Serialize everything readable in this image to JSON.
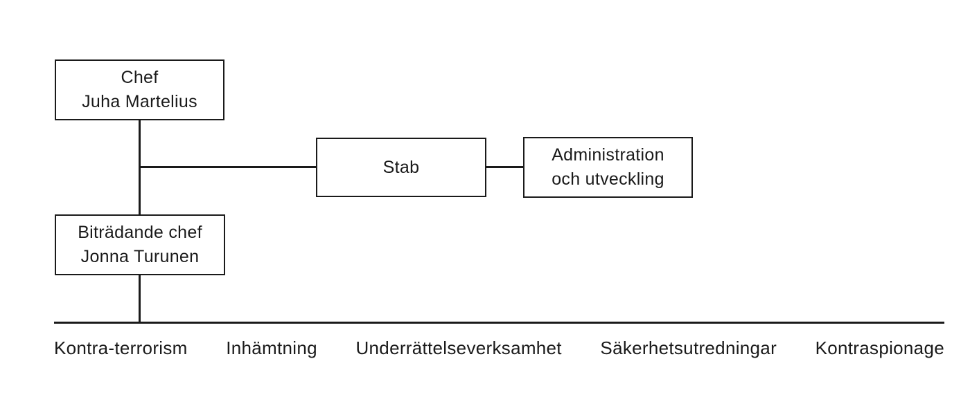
{
  "diagram": {
    "type": "org-chart",
    "nodes": {
      "chef": {
        "line1": "Chef",
        "line2": "Juha Martelius"
      },
      "stab": {
        "line1": "Stab"
      },
      "admin": {
        "line1": "Administration",
        "line2": "och utveckling"
      },
      "deputy": {
        "line1": "Biträdande chef",
        "line2": "Jonna Turunen"
      }
    },
    "divisions": [
      "Kontra-terrorism",
      "Inhämtning",
      "Underrättelseverksamhet",
      "Säkerhetsutredningar",
      "Kontraspionage"
    ],
    "colors": {
      "line": "#1a1a1a",
      "text": "#1a1a1a",
      "background": "#ffffff"
    }
  }
}
